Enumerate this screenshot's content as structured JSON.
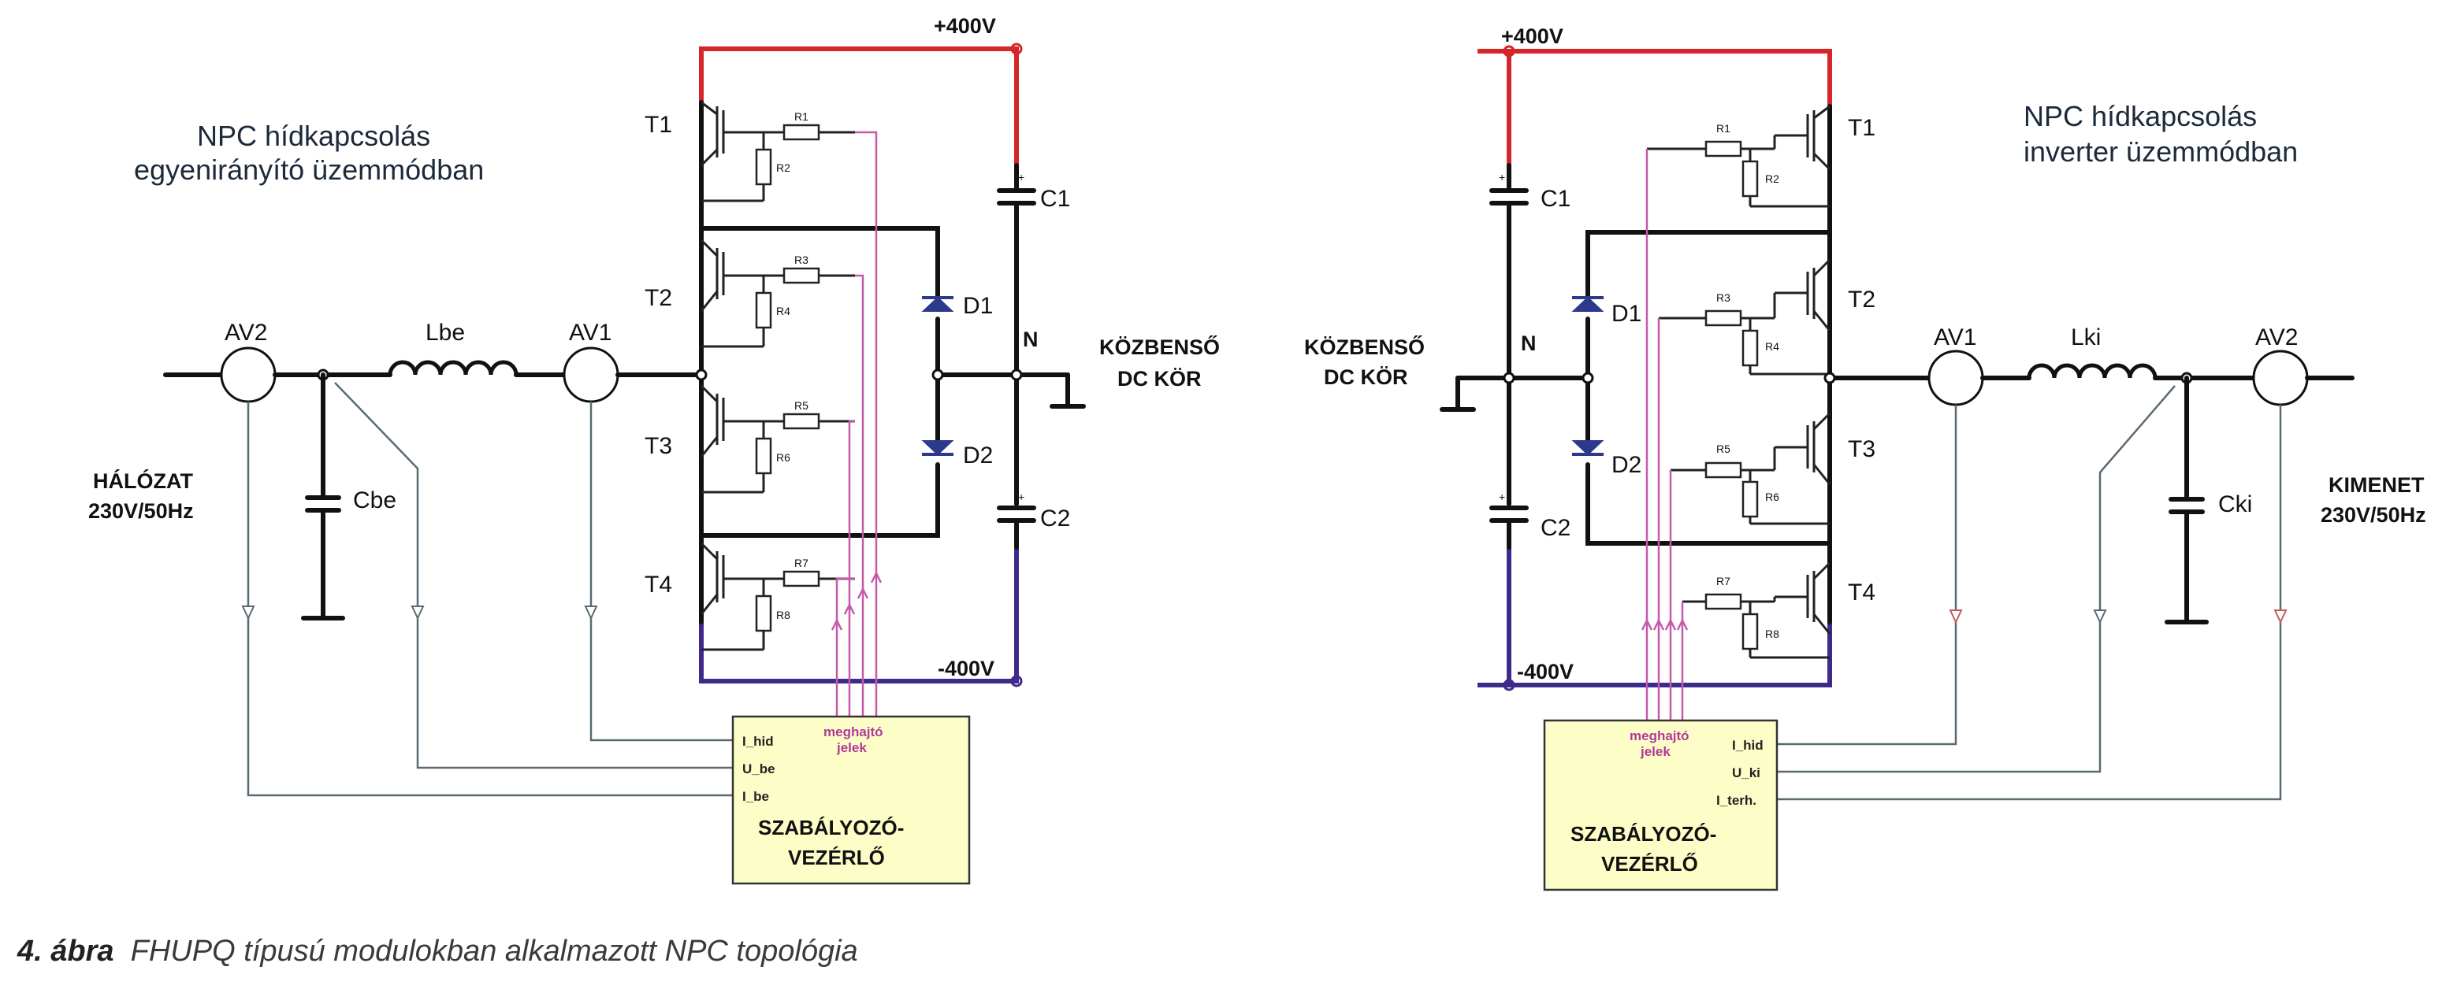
{
  "left": {
    "title_line1": "NPC hídkapcsolás",
    "title_line2": "egyenirányító üzemmódban",
    "plus400": "+400V",
    "minus400": "-400V",
    "t1": "T1",
    "t2": "T2",
    "t3": "T3",
    "t4": "T4",
    "d1": "D1",
    "d2": "D2",
    "c1": "C1",
    "c2": "C2",
    "n": "N",
    "dc_line1": "KÖZBENSŐ",
    "dc_line2": "DC KÖR",
    "av2": "AV2",
    "av1": "AV1",
    "lbe": "Lbe",
    "cbe": "Cbe",
    "source_line1": "HÁLÓZAT",
    "source_line2": "230V/50Hz",
    "r1": "R1",
    "r2": "R2",
    "r3": "R3",
    "r4": "R4",
    "r5": "R5",
    "r6": "R6",
    "r7": "R7",
    "r8": "R8",
    "controller_line1": "SZABÁLYOZÓ-",
    "controller_line2": "VEZÉRLŐ",
    "input1": "I_hid",
    "input2": "U_be",
    "input3": "I_be",
    "gate_line1": "meghajtó",
    "gate_line2": "jelek"
  },
  "right": {
    "title_line1": "NPC hídkapcsolás",
    "title_line2": "inverter üzemmódban",
    "plus400": "+400V",
    "minus400": "-400V",
    "t1": "T1",
    "t2": "T2",
    "t3": "T3",
    "t4": "T4",
    "d1": "D1",
    "d2": "D2",
    "c1": "C1",
    "c2": "C2",
    "n": "N",
    "dc_line1": "KÖZBENSŐ",
    "dc_line2": "DC KÖR",
    "av1": "AV1",
    "av2": "AV2",
    "lki": "Lki",
    "cki": "Cki",
    "load_line1": "KIMENET",
    "load_line2": "230V/50Hz",
    "r1": "R1",
    "r2": "R2",
    "r3": "R3",
    "r4": "R4",
    "r5": "R5",
    "r6": "R6",
    "r7": "R7",
    "r8": "R8",
    "controller_line1": "SZABÁLYOZÓ-",
    "controller_line2": "VEZÉRLŐ",
    "input1": "I_hid",
    "input2": "U_ki",
    "input3": "I_terh.",
    "gate_line1": "meghajtó",
    "gate_line2": "jelek"
  },
  "caption": {
    "number": "4. ábra",
    "text": "FHUPQ típusú modulokban alkalmazott NPC topológia"
  },
  "colors": {
    "positive_rail": "#d5262a",
    "negative_rail": "#3f2a8c",
    "gate_signal": "#c45aa8",
    "controller_fill": "#fdfdc8",
    "diode": "#2c3a8c"
  }
}
